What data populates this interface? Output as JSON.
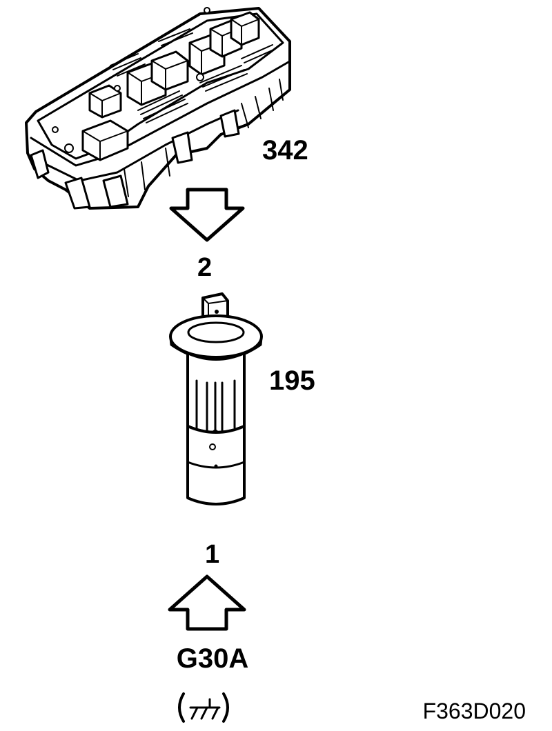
{
  "components": {
    "fuse_box": {
      "number": "342"
    },
    "fuse": {
      "number": "195"
    }
  },
  "pins": {
    "top": "2",
    "bottom": "1"
  },
  "ground": {
    "label": "G30A",
    "symbol": "ground-symbol"
  },
  "figure_code": "F363D020",
  "colors": {
    "ink": "#000000",
    "background": "#ffffff"
  }
}
